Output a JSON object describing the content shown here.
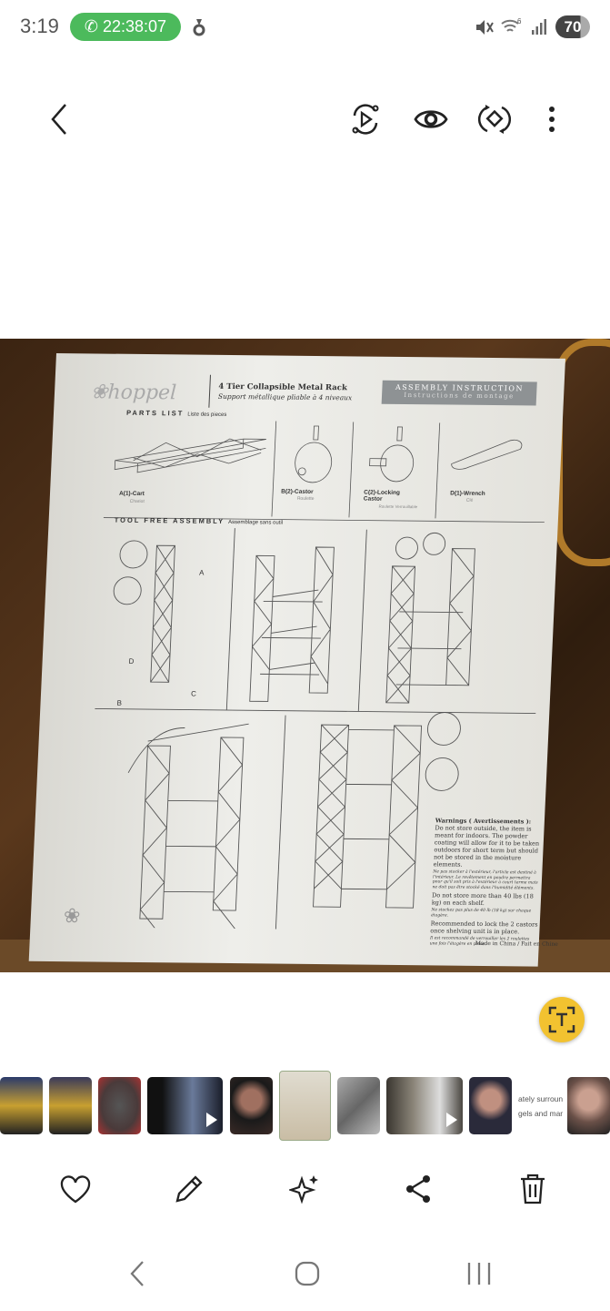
{
  "status_bar": {
    "time": "3:19",
    "call_timer": "22:38:07",
    "battery": "70",
    "icons": [
      "phone-icon",
      "location-icon",
      "mute-icon",
      "wifi-6-icon",
      "signal-icon",
      "battery-icon"
    ]
  },
  "toolbar": {
    "icons": [
      "back-icon",
      "remaster-play-icon",
      "eye-icon",
      "rotate-icon",
      "more-options-icon"
    ]
  },
  "photo": {
    "brand": "hoppel",
    "title": "4 Tier Collapsible Metal Rack",
    "subtitle": "Support métallique pliable à 4 niveaux",
    "banner": "ASSEMBLY INSTRUCTION",
    "banner_fr": "Instructions de montage",
    "parts_heading": "PARTS LIST",
    "parts_heading_fr": "Liste des pieces",
    "parts": [
      {
        "label": "A(1)-Cart",
        "fr": "Chariot"
      },
      {
        "label": "B(2)-Castor",
        "fr": "Roulette"
      },
      {
        "label": "C(2)-Locking Castor",
        "fr": "Roulette Verrouillable"
      },
      {
        "label": "D(1)-Wrench",
        "fr": "Clé"
      }
    ],
    "assembly_heading": "TOOL FREE ASSEMBLY",
    "assembly_heading_fr": "Assemblage sans outil",
    "callouts": [
      "A",
      "B",
      "C",
      "D"
    ],
    "warnings_title": "Warnings ( Avertissements ):",
    "warnings": [
      "Do not store outside, the item is meant for indoors. The powder coating will allow for it to be taken outdoors for short term but should not be stored in the moisture elements.",
      "Ne pas stocker à l'extérieur, l'article est destiné à l'intérieur. Le revêtement en poudre permettra pour qu'il soit pris à l'extérieur à court terme mais ne doit pas être stocké dans l'humidité éléments.",
      "Do not store more than 40 lbs (18 kg) on each shelf.",
      "Ne stockez pas plus de 40 lb (18 kg) sur chaque étagère.",
      "Recommended to lock the 2 castors once shelving unit is in place.",
      "Il est recommandé de verrouiller les 2 roulettes une fois l'étagère en place."
    ],
    "made_in": "Made in China / Fait en Chine"
  },
  "text_recognition_icon": "text-scan-icon",
  "thumbnails": [
    {
      "type": "image",
      "color": "#2a3a6a"
    },
    {
      "type": "image",
      "color": "#3a3a5a"
    },
    {
      "type": "image",
      "color": "#4a3a3a"
    },
    {
      "type": "video",
      "color": "#1a1e2a"
    },
    {
      "type": "image",
      "color": "#3a2a26"
    },
    {
      "type": "image",
      "color": "#c9bda5",
      "selected": true
    },
    {
      "type": "image",
      "color": "#8a8a8a"
    },
    {
      "type": "video",
      "color": "#4a4640"
    },
    {
      "type": "image",
      "color": "#2a2a3a"
    },
    {
      "type": "text",
      "lines": [
        "ately surroun",
        "gels and mar"
      ]
    },
    {
      "type": "image",
      "color": "#6a5048"
    }
  ],
  "actions": [
    "favorite-icon",
    "edit-icon",
    "ai-sparkle-icon",
    "share-icon",
    "delete-icon"
  ],
  "nav": [
    "back-nav-icon",
    "home-nav-icon",
    "recents-nav-icon"
  ]
}
